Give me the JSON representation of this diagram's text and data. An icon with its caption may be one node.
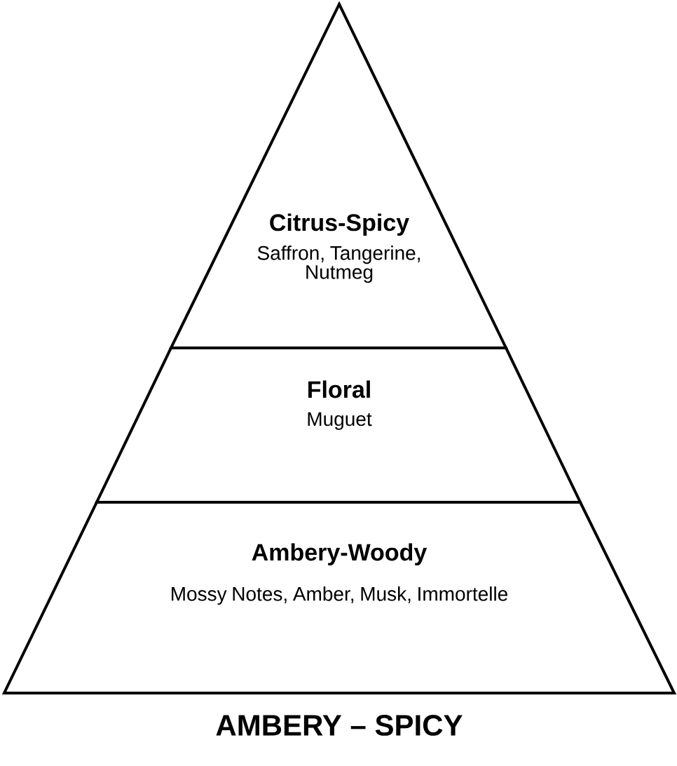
{
  "diagram": {
    "title": "AMBERY – SPICY",
    "nodes": [
      {
        "text": [
          "Citrus-Spicy",
          "Saffron, Tangerine, Nutmeg"
        ]
      },
      {
        "text": [
          "Floral",
          "Muguet"
        ]
      },
      {
        "text": [
          "Ambery-Woody",
          "Mossy Notes, Amber, Musk, Immortelle"
        ]
      }
    ]
  }
}
